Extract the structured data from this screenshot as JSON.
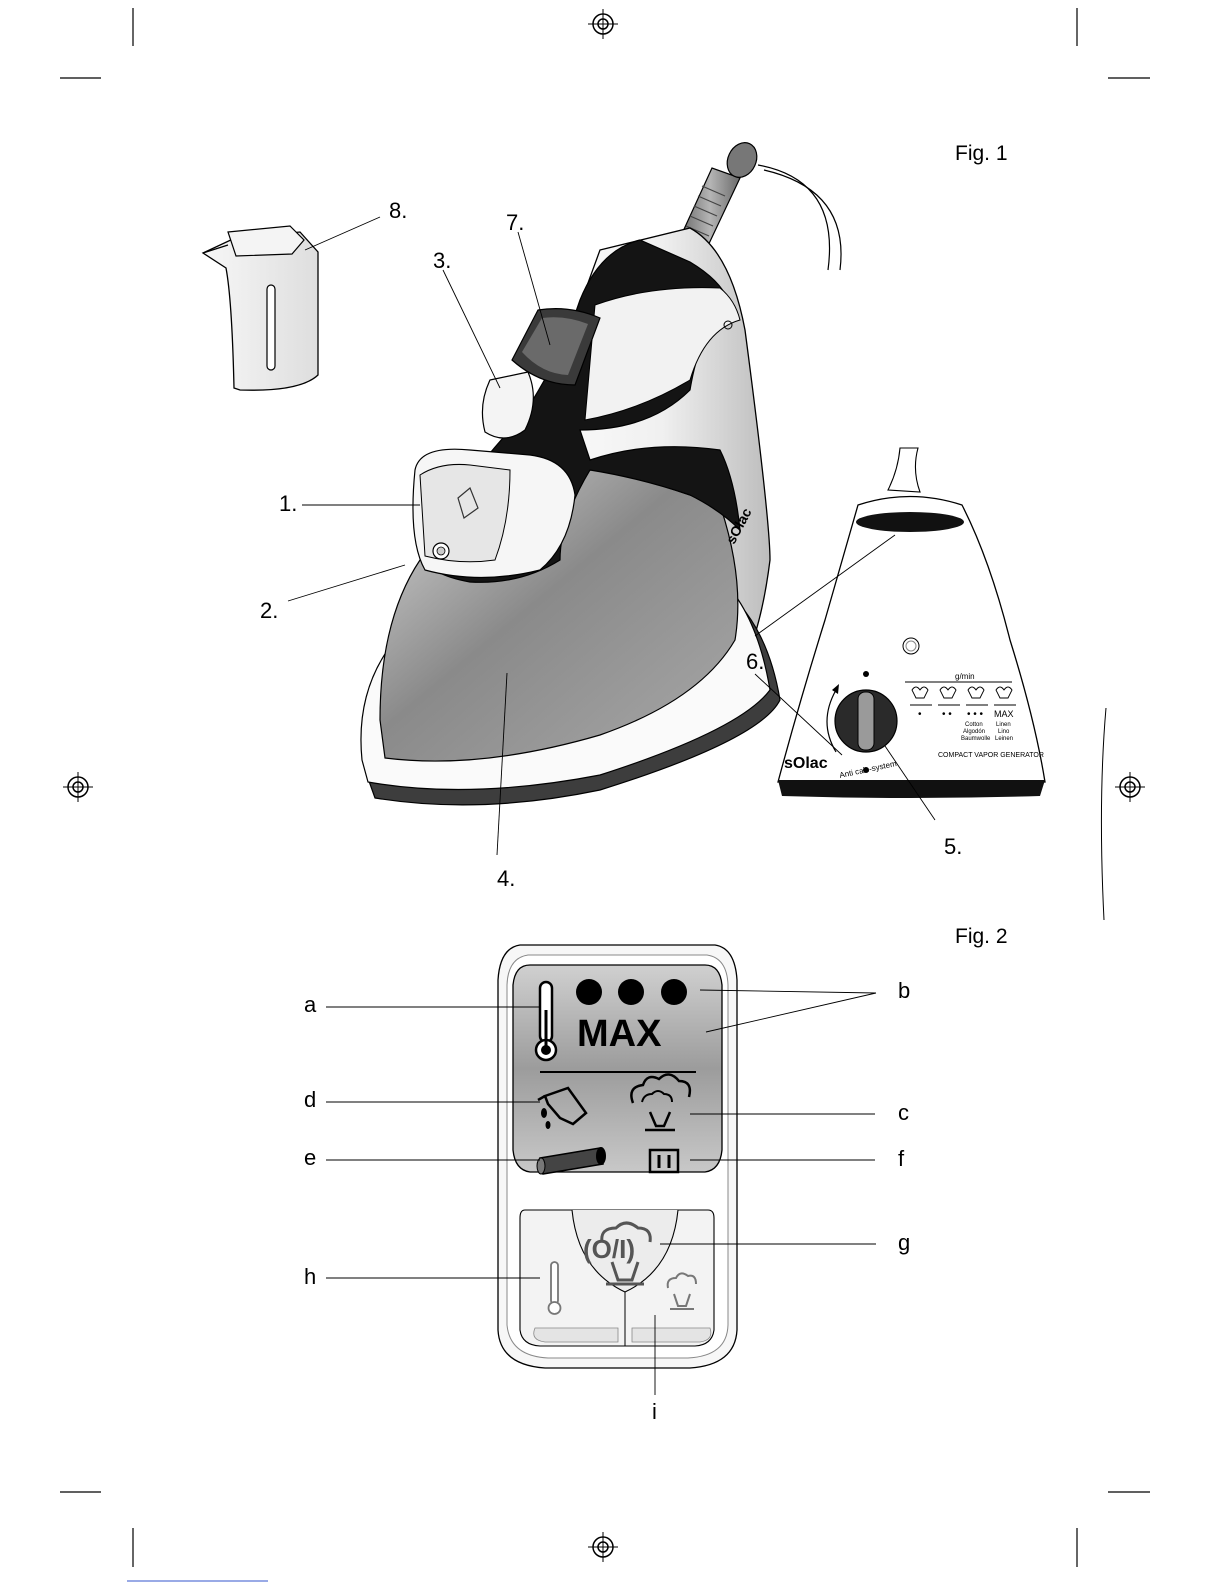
{
  "figures": {
    "fig1_label": "Fig. 1",
    "fig2_label": "Fig. 2"
  },
  "fig1": {
    "callouts": [
      "1.",
      "2.",
      "3.",
      "4.",
      "5.",
      "6.",
      "7.",
      "8."
    ],
    "brand": "sOlac",
    "base_text": {
      "flow_unit": "g/min",
      "setting_dots": [
        "•",
        "• •",
        "• • •",
        "MAX"
      ],
      "fabric_cotton": [
        "Cotton",
        "Algodón",
        "Baumwolle"
      ],
      "fabric_linen": [
        "Linen",
        "Lino",
        "Leinen"
      ],
      "anticalc": "Anti calc-system",
      "product_name": "COMPACT VAPOR GENERATOR"
    }
  },
  "fig2": {
    "callouts": [
      "a",
      "b",
      "c",
      "d",
      "e",
      "f",
      "g",
      "h",
      "i"
    ],
    "panel_max": "MAX",
    "panel_switch": "(O/I)"
  },
  "colors": {
    "ink": "#000000",
    "body_black": "#141414",
    "soleplate_gray": "#8f8f8f",
    "panel_gray": "#b7b7b7",
    "light_gray": "#e2e2e2"
  }
}
